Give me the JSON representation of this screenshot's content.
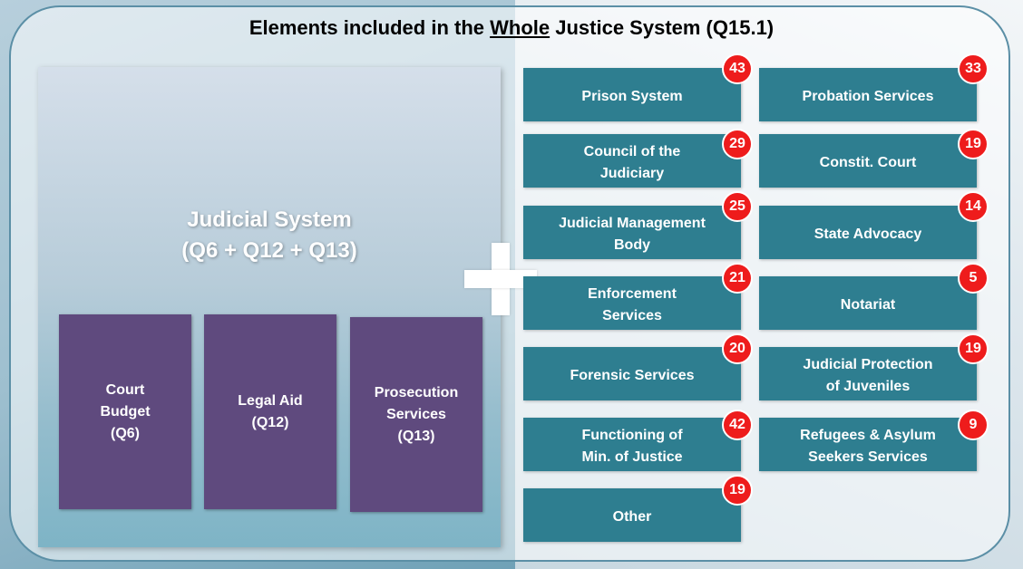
{
  "title": {
    "before": "Elements included in the ",
    "underlined": "Whole",
    "after": " Justice System (Q15.1)"
  },
  "judicial": {
    "line1": "Judicial System",
    "line2": "(Q6 + Q12 + Q13)",
    "items": [
      {
        "line1": "Court",
        "line2": "Budget",
        "line3": "(Q6)"
      },
      {
        "line1": "Legal Aid",
        "line2": "(Q12)"
      },
      {
        "line1": "Prosecution",
        "line2": "Services",
        "line3": "(Q13)"
      }
    ]
  },
  "elements": [
    {
      "line1": "Prison System",
      "count": "43"
    },
    {
      "line1": "Probation Services",
      "count": "33"
    },
    {
      "line1": "Council of the",
      "line2": "Judiciary",
      "count": "29"
    },
    {
      "line1": "Constit. Court",
      "count": "19"
    },
    {
      "line1": "Judicial Management",
      "line2": "Body",
      "count": "25"
    },
    {
      "line1": "State Advocacy",
      "count": "14"
    },
    {
      "line1": "Enforcement",
      "line2": "Services",
      "count": "21"
    },
    {
      "line1": "Notariat",
      "count": "5"
    },
    {
      "line1": "Forensic Services",
      "count": "20"
    },
    {
      "line1": "Judicial Protection",
      "line2": "of Juveniles",
      "count": "19"
    },
    {
      "line1": "Functioning of",
      "line2": "Min. of Justice",
      "count": "42"
    },
    {
      "line1": "Refugees & Asylum",
      "line2": "Seekers Services",
      "count": "9"
    },
    {
      "line1": "Other",
      "count": "19"
    }
  ],
  "colors": {
    "element_box": "#2e7e90",
    "sub_box": "#5f4a7e",
    "badge": "#ee1c1c",
    "frame": "#5b8fa6"
  }
}
